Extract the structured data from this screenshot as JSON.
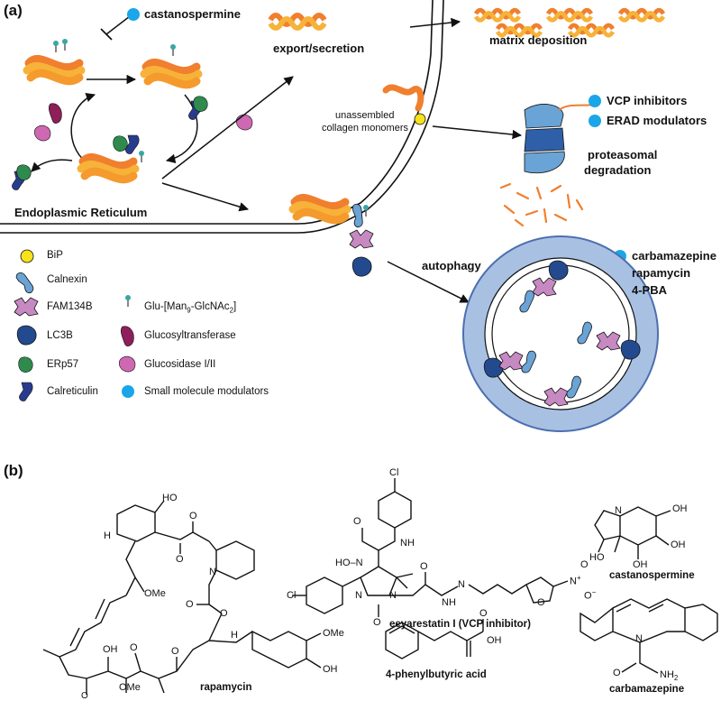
{
  "panel_a": {
    "label": "(a)",
    "drug_castanospermine": "castanospermine",
    "export_secretion": "export/secretion",
    "matrix_deposition": "matrix deposition",
    "unassembled_line1": "unassembled",
    "unassembled_line2": "collagen monomers",
    "vcp_inhibitors": "VCP inhibitors",
    "erad_modulators": "ERAD modulators",
    "proteasomal_line1": "proteasomal",
    "proteasomal_line2": "degradation",
    "er_label": "Endoplasmic Reticulum",
    "autophagy": "autophagy",
    "drug_carbamazepine": "carbamazepine",
    "drug_rapamycin": "rapamycin",
    "drug_4pba": "4-PBA"
  },
  "legend": {
    "bip": "BiP",
    "calnexin": "Calnexin",
    "fam134b": "FAM134B",
    "lc3b": "LC3B",
    "erp57": "ERp57",
    "calreticulin": "Calreticulin",
    "glycan_prefix": "Glu-[Man",
    "glycan_sub1": "9",
    "glycan_mid": "-GlcNAc",
    "glycan_sub2": "2",
    "glycan_suffix": "]",
    "glucosyltransferase": "Glucosyltransferase",
    "glucosidase": "Glucosidase I/II",
    "small_molecule": "Small molecule modulators"
  },
  "panel_b": {
    "label": "(b)",
    "rapamycin": "rapamycin",
    "eeyarestatin": "eeyarestatin I (VCP inhibitor)",
    "castanospermine": "castanospermine",
    "phenylbutyric": "4-phenylbutyric acid",
    "carbamazepine": "carbamazepine",
    "atoms": {
      "cl": "Cl",
      "nh": "NH",
      "n": "N",
      "o": "O",
      "oh": "OH",
      "ho": "HO",
      "h": "H",
      "ome": "OMe",
      "ho_n": "HO–N",
      "nh2": "NH",
      "nh2_sub": "2",
      "no2": "N",
      "no2_plus": "+",
      "o_minus": "O",
      "minus": "−"
    }
  },
  "colors": {
    "collagen_orange": "#f07f2e",
    "collagen_yellow": "#f7b239",
    "teal_glycan": "#3aa6a6",
    "small_molecule": "#1aa6e8",
    "bip_yellow": "#f8e219",
    "calnexin_blue": "#6aa3d5",
    "fam134b_pink": "#c789c2",
    "lc3b_navy": "#234a8e",
    "erp57_green": "#2e8b4d",
    "calreticulin_navy": "#283c8e",
    "glucosyltransferase": "#8e1f5a",
    "glucosidase": "#cf68b2",
    "proteasome_blue": "#5b8fcb",
    "autophagosome_ring": "#a8c1e3"
  }
}
